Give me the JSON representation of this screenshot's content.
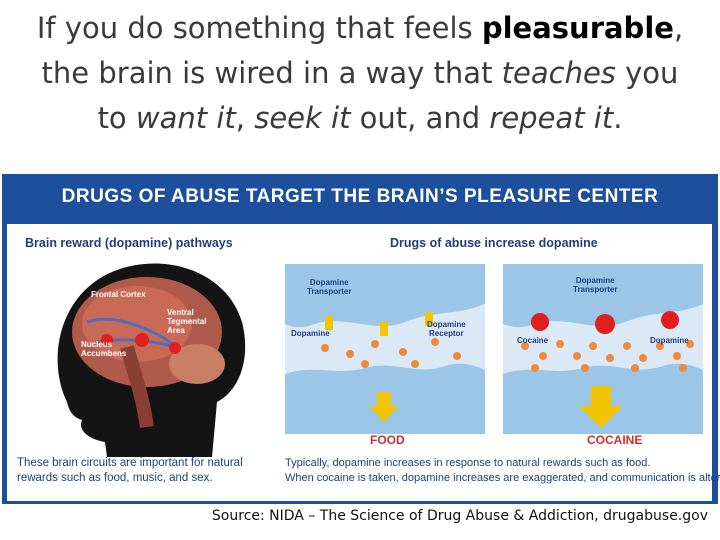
{
  "headline": {
    "line1_start": "If you do something that feels ",
    "line1_bold": "pleasurable",
    "line1_end": ",",
    "line2_start": "the brain is wired in a way that ",
    "line2_italic": "teaches",
    "line2_end": " you",
    "line3_start": "to ",
    "line3_italic1": "want it",
    "line3_mid1": ", ",
    "line3_italic2": "seek it",
    "line3_mid2": " out, and ",
    "line3_italic3": "repeat it",
    "line3_end": "."
  },
  "figure": {
    "title": "DRUGS OF ABUSE TARGET THE BRAIN’S PLEASURE CENTER",
    "left_heading": "Brain reward (dopamine) pathways",
    "right_heading": "Drugs of abuse increase dopamine",
    "brain_labels": {
      "frontal_cortex": "Frontal Cortex",
      "vta_line1": "Ventral",
      "vta_line2": "Tegmental",
      "vta_line3": "Area",
      "nucleus_line1": "Nucleus",
      "nucleus_line2": "Accumbens"
    },
    "synapse_labels": {
      "dopamine_transporter_1": "Dopamine",
      "dopamine_transporter_2": "Transporter",
      "dopamine": "Dopamine",
      "dopamine_receptor_1": "Dopamine",
      "dopamine_receptor_2": "Receptor",
      "cocaine": "Cocaine",
      "dopamine_right": "Dopamine"
    },
    "food_label": "FOOD",
    "cocaine_label": "COCAINE",
    "left_caption_1": "These brain circuits are important for natural",
    "left_caption_2": "rewards such as food, music, and sex.",
    "right_caption_1": "Typically, dopamine increases in response to natural rewards such as food.",
    "right_caption_2": "When cocaine is taken, dopamine increases are exaggerated, and communication is altered."
  },
  "source": "Source: NIDA – The Science of Drug Abuse & Addiction, drugabuse.gov",
  "colors": {
    "panel_blue": "#1d4f9c",
    "label_navy": "#1d3f7c",
    "red_label": "#c8322e",
    "dopamine_orange": "#f08a3a",
    "cocaine_red": "#e0201c",
    "arrow_yellow": "#f5c400"
  },
  "icons": [
    "brain-head-illustration",
    "synapse-illustration",
    "down-arrow-icon"
  ]
}
